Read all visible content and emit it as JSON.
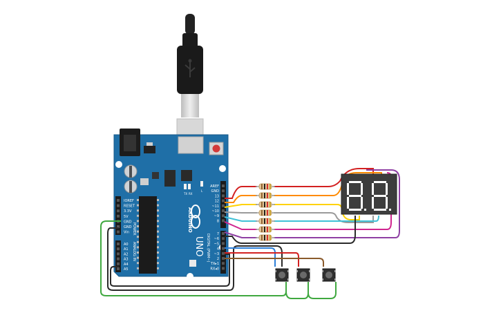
{
  "arduino": {
    "brand": "ARDUINO",
    "model": "UNO",
    "power_header": "POWER",
    "analog_header": "ANALOG IN",
    "digital_header": "DIGITAL (PWM~)",
    "led_tx": "TX",
    "led_rx": "RX",
    "led_l": "L",
    "power_pins": [
      "IOREF",
      "RESET",
      "3.3V",
      "5V",
      "GND",
      "GND",
      "Vin"
    ],
    "analog_pins": [
      "A0",
      "A1",
      "A2",
      "A3",
      "A4",
      "A5"
    ],
    "top_pins": [
      "AREF",
      "GND",
      "13",
      "12",
      "~11",
      "~10",
      "~9",
      "8"
    ],
    "mid_pins": [
      "7",
      "~6",
      "~5",
      "4",
      "~3",
      "2",
      "TX▸1",
      "RX◂0"
    ]
  },
  "display": {
    "digits": 2,
    "segment_color": "#ffffff"
  },
  "wire_colors": {
    "red": "#d32020",
    "orange": "#ff8a00",
    "yellow": "#ffd200",
    "gray": "#9a9a9a",
    "cyan": "#3fc1d6",
    "magenta": "#d0258f",
    "purple": "#8e3fa3",
    "black": "#2a2a2a",
    "blue": "#2d7fd8",
    "brown": "#8a5a2b",
    "green": "#3fa83f"
  },
  "board_color": "#1f6fa7",
  "resistor_count": 7,
  "button_count": 3
}
